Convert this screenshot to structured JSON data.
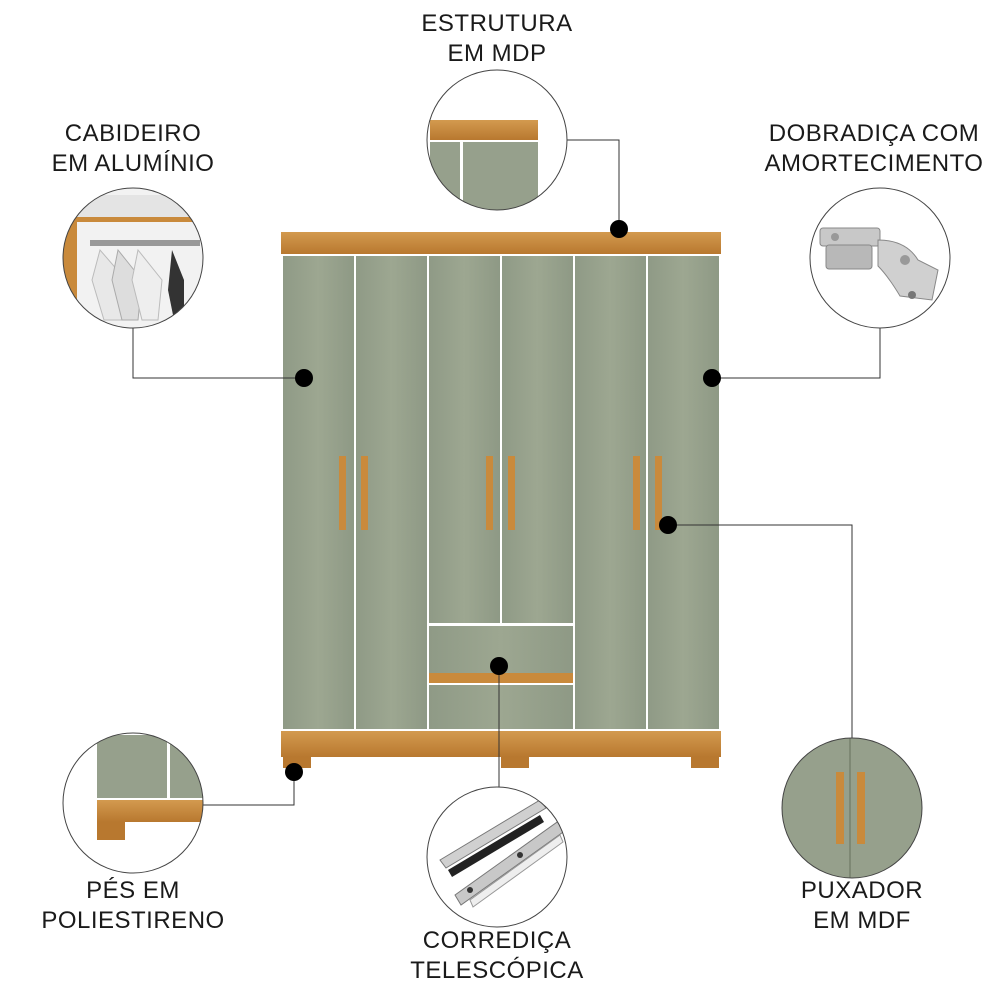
{
  "callouts": {
    "estrutura": {
      "line1": "ESTRUTURA",
      "line2": "EM MDP"
    },
    "cabideiro": {
      "line1": "CABIDEIRO",
      "line2": "EM ALUMÍNIO"
    },
    "dobradica": {
      "line1": "DOBRADIÇA COM",
      "line2": "AMORTECIMENTO"
    },
    "pes": {
      "line1": "PÉS EM",
      "line2": "POLIESTIRENO"
    },
    "corredica": {
      "line1": "CORREDIÇA",
      "line2": "TELESCÓPICA"
    },
    "puxador": {
      "line1": "PUXADOR",
      "line2": "EM MDF"
    }
  },
  "colors": {
    "door_green": "#96a08c",
    "wood": "#c98a3c",
    "wood_dark": "#a96a24"
  }
}
